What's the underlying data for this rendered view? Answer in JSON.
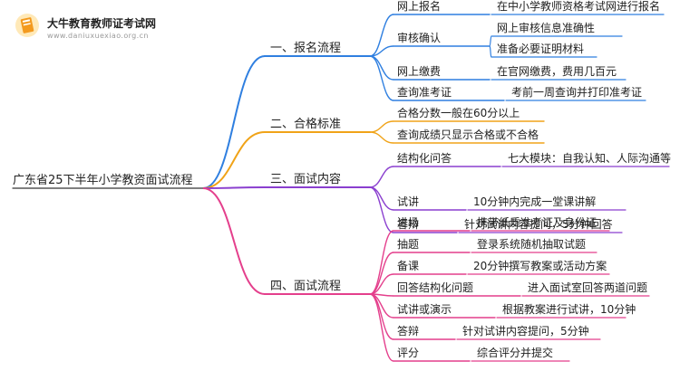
{
  "brand": {
    "name": "大牛教育教师证考试网",
    "url": "www.daniuxuexiao.org.cn",
    "logo_icon": "book-icon"
  },
  "colors": {
    "blue": "#2f7fe0",
    "orange": "#f0a318",
    "purple": "#8a3fcf",
    "pink": "#e43f8c"
  },
  "root": "广东省25下半年小学教资面试流程",
  "branches": [
    {
      "label": "一、报名流程",
      "color": "blue",
      "items": [
        {
          "label": "网上报名",
          "details": [
            "在中小学教师资格考试网进行报名"
          ]
        },
        {
          "label": "审核确认",
          "details": [
            "网上审核信息准确性",
            "准备必要证明材料"
          ]
        },
        {
          "label": "网上缴费",
          "details": [
            "在官网缴费，费用几百元"
          ]
        },
        {
          "label": "查询准考证",
          "details": [
            "考前一周查询并打印准考证"
          ]
        }
      ]
    },
    {
      "label": "二、合格标准",
      "color": "orange",
      "items": [
        {
          "label": "合格分数一般在60分以上",
          "details": []
        },
        {
          "label": "查询成绩只显示合格或不合格",
          "details": []
        }
      ]
    },
    {
      "label": "三、面试内容",
      "color": "purple",
      "items": [
        {
          "label": "结构化问答",
          "details": [
            "七大模块：自我认知、人际沟通等"
          ]
        },
        {
          "label": "试讲",
          "details": [
            "10分钟内完成一堂课讲解"
          ]
        },
        {
          "label": "答辩",
          "details": [
            "针对试讲内容提问，5分钟回答"
          ]
        }
      ]
    },
    {
      "label": "四、面试流程",
      "color": "pink",
      "items": [
        {
          "label": "进场",
          "details": [
            "携带纸质准考证及身份证"
          ]
        },
        {
          "label": "抽题",
          "details": [
            "登录系统随机抽取试题"
          ]
        },
        {
          "label": "备课",
          "details": [
            "20分钟撰写教案或活动方案"
          ]
        },
        {
          "label": "回答结构化问题",
          "details": [
            "进入面试室回答两道问题"
          ]
        },
        {
          "label": "试讲或演示",
          "details": [
            "根据教案进行试讲，10分钟"
          ]
        },
        {
          "label": "答辩",
          "details": [
            "针对试讲内容提问，5分钟"
          ]
        },
        {
          "label": "评分",
          "details": [
            "综合评分并提交"
          ]
        }
      ]
    }
  ]
}
